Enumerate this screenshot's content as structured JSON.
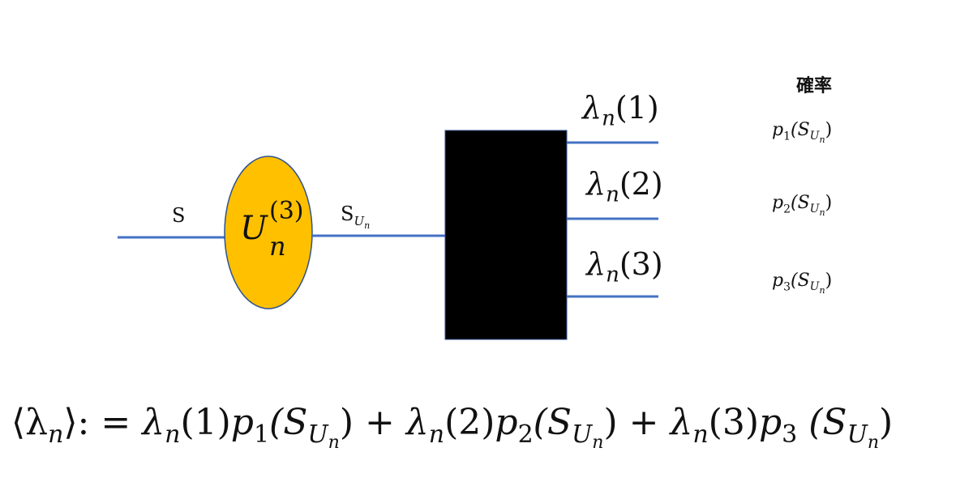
{
  "input_label": "S",
  "unitary": {
    "base": "U",
    "sub": "n",
    "sup": "(3)"
  },
  "intermediate_label": {
    "base": "S",
    "sub": "U",
    "subsub": "n"
  },
  "probability_heading": "確率",
  "outcomes": [
    {
      "lambda": "λ",
      "sub": "n",
      "arg": "(1)"
    },
    {
      "lambda": "λ",
      "sub": "n",
      "arg": "(2)"
    },
    {
      "lambda": "λ",
      "sub": "n",
      "arg": "(3)"
    }
  ],
  "probabilities": [
    {
      "p": "p",
      "idx": "1",
      "open": "(S",
      "sub": "U",
      "subsub": "n",
      "close": ")"
    },
    {
      "p": "p",
      "idx": "2",
      "open": "(S",
      "sub": "U",
      "subsub": "n",
      "close": ")"
    },
    {
      "p": "p",
      "idx": "3",
      "open": "(S",
      "sub": "U",
      "subsub": "n",
      "close": ")"
    }
  ],
  "formula": {
    "lhs_open": "⟨λ",
    "lhs_sub": "n",
    "lhs_close": "⟩: =",
    "terms": [
      {
        "lam": "λ",
        "lamsub": "n",
        "arg": "(1)",
        "p": "p",
        "idx": "1",
        "open": "(S",
        "sub": "U",
        "subsub": "n",
        "close": ")",
        "sep": " + "
      },
      {
        "lam": "λ",
        "lamsub": "n",
        "arg": "(2)",
        "p": "p",
        "idx": "2",
        "open": "(S",
        "sub": "U",
        "subsub": "n",
        "close": ")",
        "sep": " + "
      },
      {
        "lam": "λ",
        "lamsub": "n",
        "arg": "(3)",
        "p": "p",
        "idx": "3",
        "open": " (S",
        "sub": "U",
        "subsub": "n",
        "close": ")",
        "sep": ""
      }
    ]
  },
  "colors": {
    "wire": "#4472c4",
    "unitary_fill": "#ffc000",
    "unitary_stroke": "#2f528f",
    "box": "#000000"
  }
}
